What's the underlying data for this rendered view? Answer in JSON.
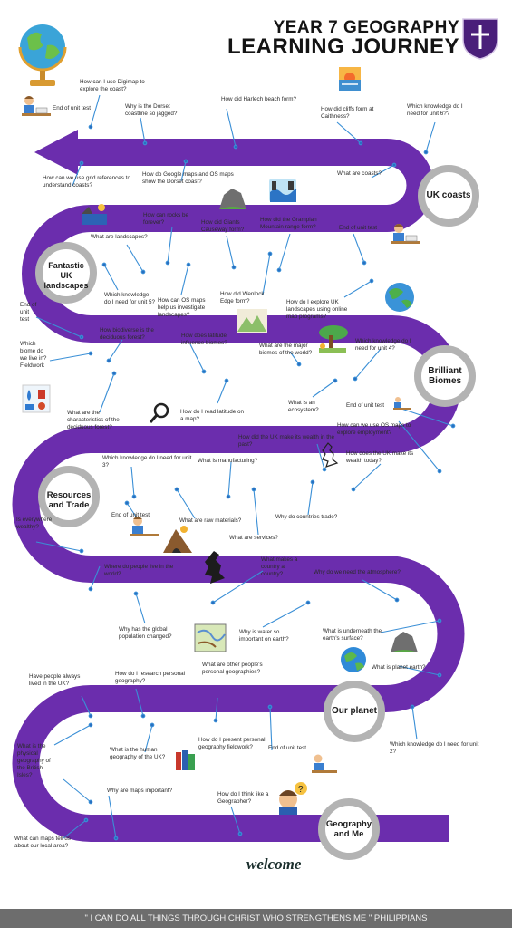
{
  "header": {
    "line1": "YEAR 7 GEOGRAPHY",
    "line2": "LEARNING JOURNEY"
  },
  "stages": {
    "uk_coasts": "UK coasts",
    "fantastic": [
      "Fantastic",
      "UK",
      "landscapes"
    ],
    "biomes": [
      "Brilliant",
      "Biomes"
    ],
    "resources": [
      "Resources",
      "and Trade"
    ],
    "our_planet": "Our planet",
    "geography_me": [
      "Geography",
      "and Me"
    ]
  },
  "questions": {
    "q01": "How can I use Digimap to explore the coast?",
    "q02": "End of unit test",
    "q03": "Why is the Dorset coastline so jagged?",
    "q04": "How did Harlech beach form?",
    "q05": "How did cliffs form at Caithness?",
    "q06": "Which knowledge do I need for unit 6??",
    "q07": "How can we use grid references to understand coasts?",
    "q08": "How do Google maps and OS maps show the Dorset coast?",
    "q09": "What are coasts?",
    "q10": "How can rocks be forever?",
    "q11": "How did Giants Causeway form?",
    "q12": "How did the Grampian Mountain range form?",
    "q13": "End of unit test",
    "q14": "What are landscapes?",
    "q15": "Which knowledge do I need for unit 5?",
    "q16": "How can OS maps help us investigate landscapes?",
    "q17": "How did Wenlock Edge form?",
    "q18": "How do I explore UK landscapes using online map programs?",
    "q19": "End of unit test",
    "q20": "How biodiverse is the deciduous forest?",
    "q21": "How does latitude influence biomes?",
    "q22": "What are the major biomes of the world?",
    "q23": "Which knowledge do I need for unit 4?",
    "q24": "Which biome do we live in? Fieldwork",
    "q25": "What are the characteristics of the deciduous forest?",
    "q26": "How do I read latitude on a map?",
    "q27": "What is an ecosystem?",
    "q28": "End of unit test",
    "q29": "How can we use OS maps to explore employment?",
    "q30": "How did the UK make its wealth in the past?",
    "q31": "How does the UK make its wealth today?",
    "q32": "Which knowledge do I need for unit 3?",
    "q33": "What is manufacturing?",
    "q34": "End of unit test",
    "q35": "What are raw materials?",
    "q36": "Why do countries trade?",
    "q37": "Is everywhere wealthy?",
    "q38": "What are services?",
    "q39": "Where do people live in the world?",
    "q40": "What makes a country a country?",
    "q41": "Why do we need the atmosphere?",
    "q42": "Why has the global population changed?",
    "q43": "Why is water so important on earth?",
    "q44": "What is underneath the earth's surface?",
    "q45": "What is planet earth?",
    "q46": "Have people always lived in the UK?",
    "q47": "How do I research personal geography?",
    "q48": "What are other people's personal geographies?",
    "q49": "What is the physical geography of the British Isles?",
    "q50": "What is the human geography of the UK?",
    "q51": "How do I present personal geography fieldwork?",
    "q52": "End of unit test",
    "q53": "Which knowledge do I need for unit 2?",
    "q54": "Why are maps important?",
    "q55": "How do I think like a Geographer?",
    "q56": "What can maps tell us about our local area?"
  },
  "welcome": "welcome",
  "footer": "\" I CAN DO ALL THINGS THROUGH CHRIST WHO STRENGTHENS ME \" PHILIPPIANS",
  "colors": {
    "path": "#6b2dad",
    "ring": "#b3b3b3",
    "text": "#2b2b2b"
  },
  "icons": [
    "globe-icon",
    "school-crest-icon",
    "student-desk-icon",
    "sunset-icon",
    "rock-icon",
    "waves-icon",
    "tree-earth-icon",
    "mountain-icon",
    "forest-icon",
    "fieldwork-icon",
    "magnifier-icon",
    "uk-map-icon",
    "mine-icon",
    "world-map-icon",
    "earth-icon",
    "globe-small-icon",
    "books-icon",
    "geographer-icon"
  ]
}
